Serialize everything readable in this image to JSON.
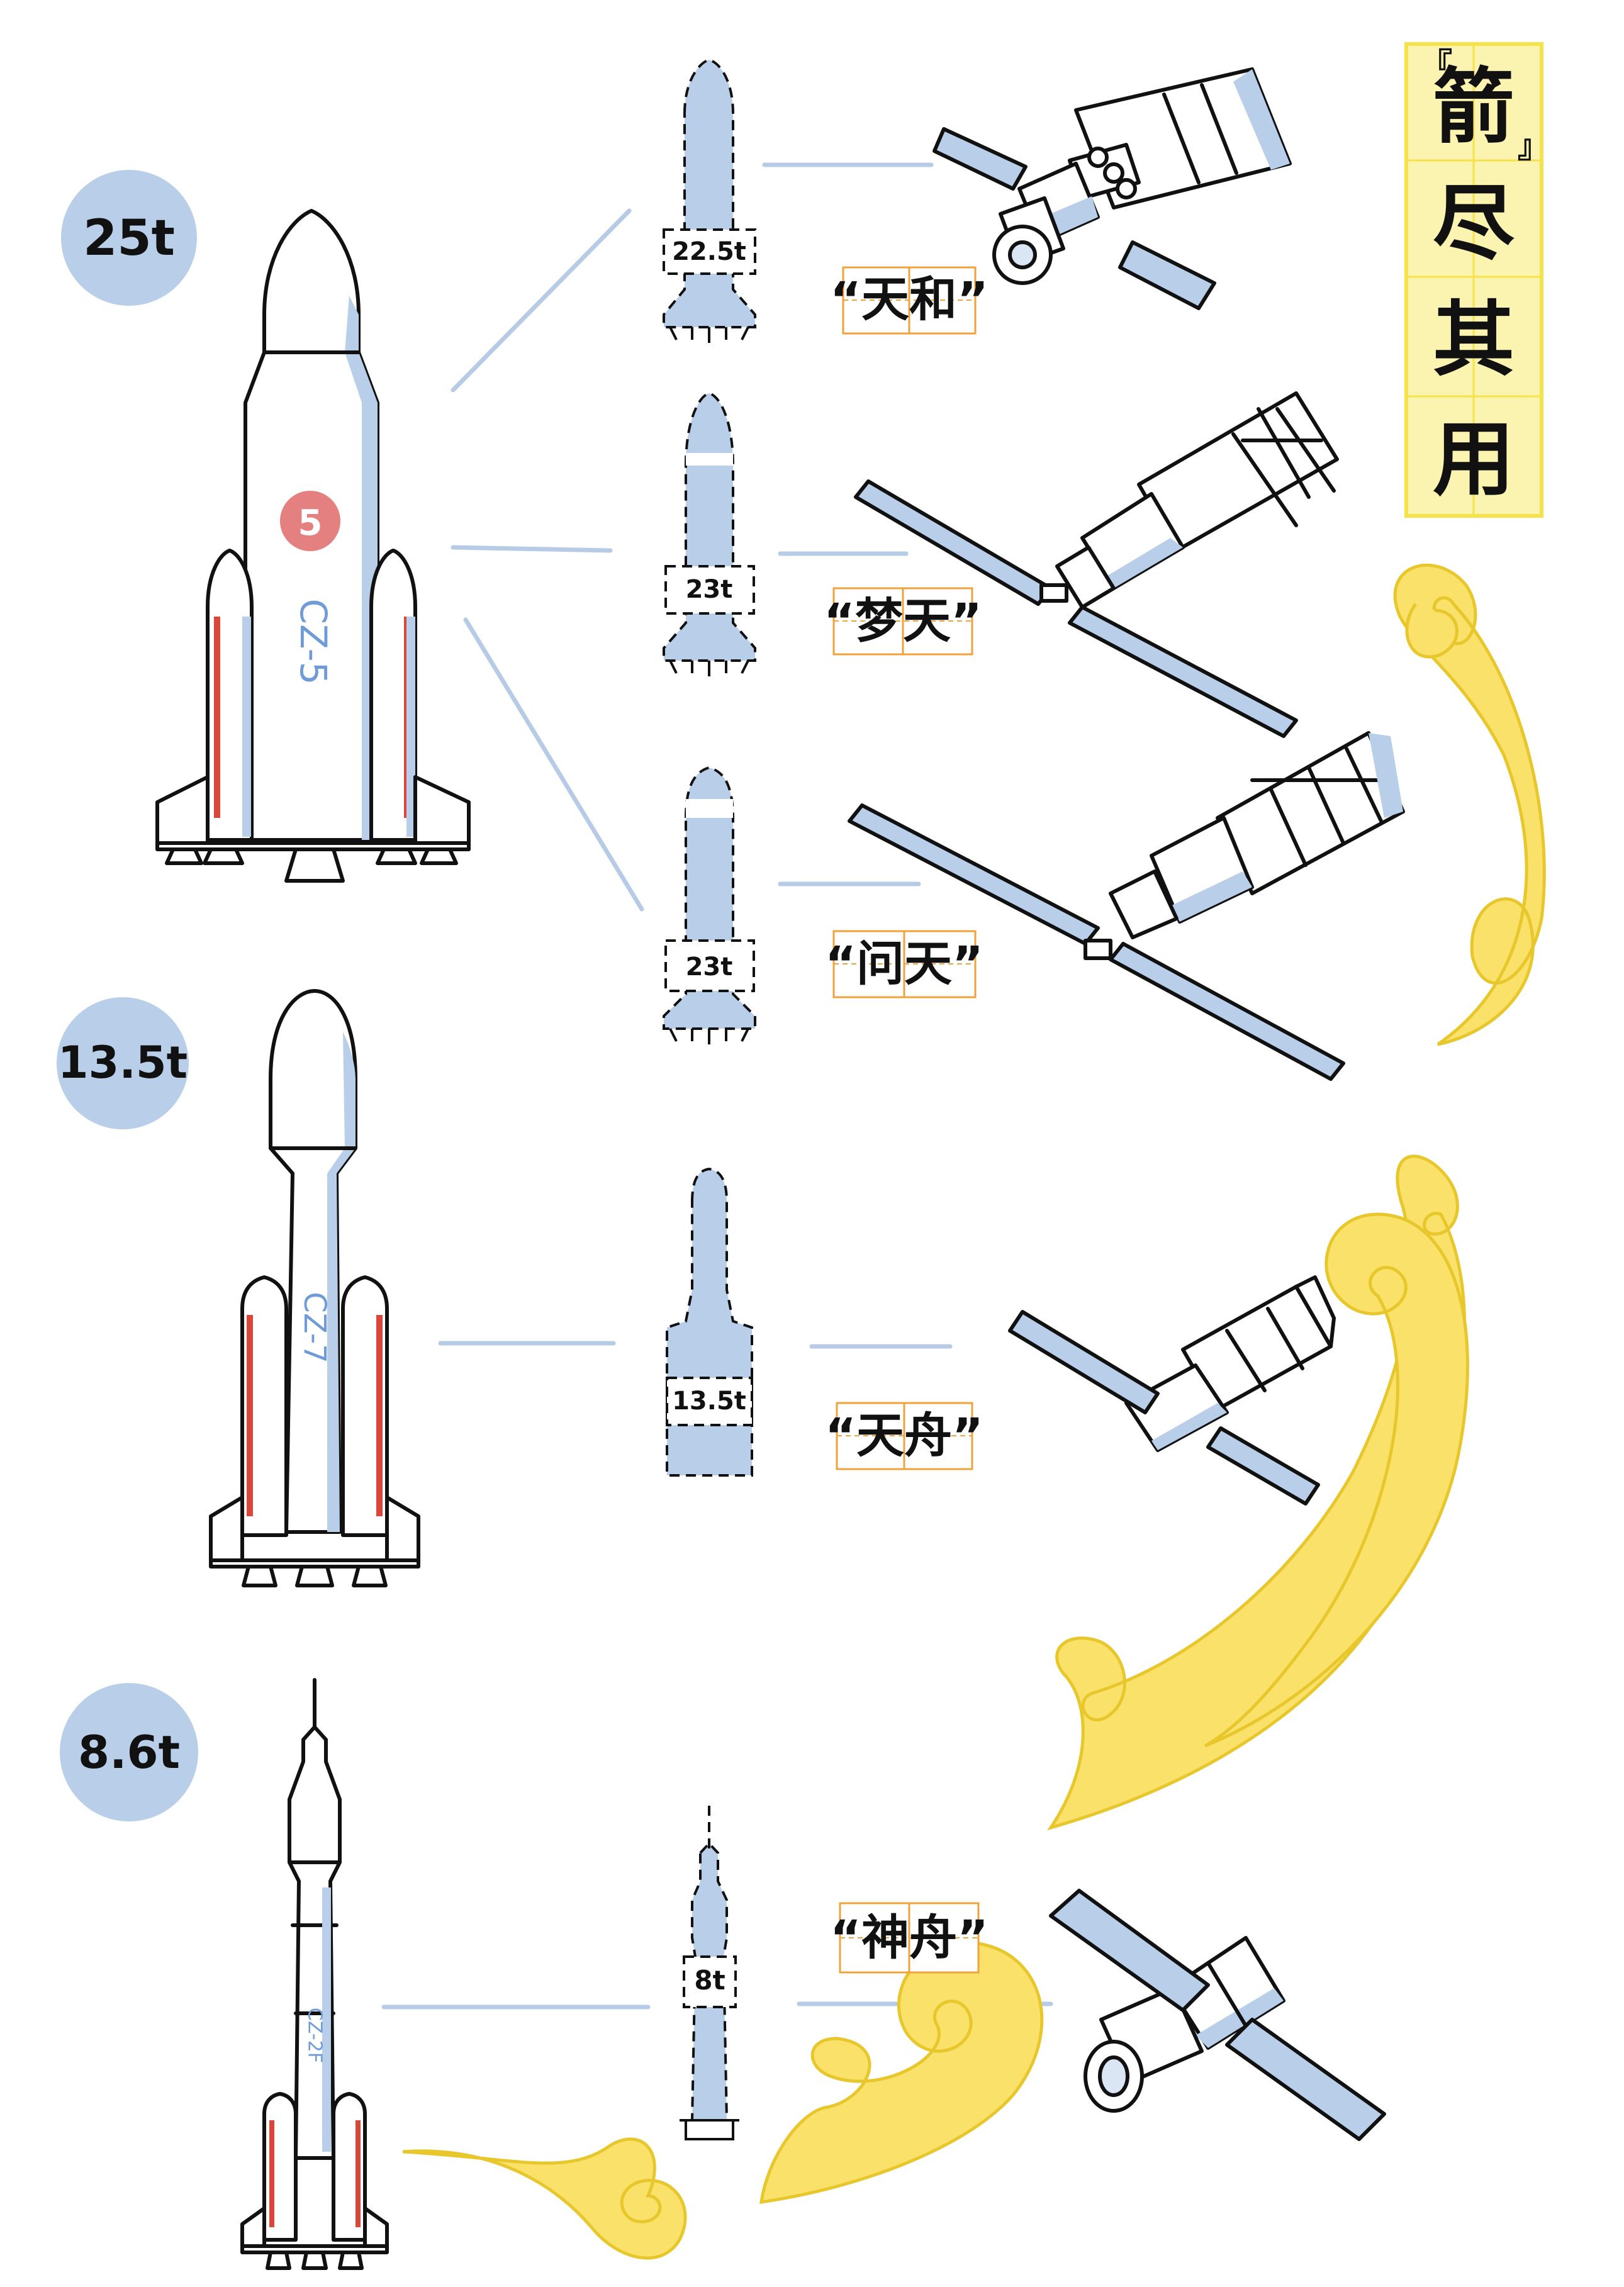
{
  "title": {
    "chars": [
      "箭",
      "尽",
      "其",
      "用"
    ],
    "open_bracket": "『",
    "close_bracket": "』"
  },
  "rockets": [
    {
      "payload": "25t",
      "model": "CZ-5"
    },
    {
      "payload": "13.5t",
      "model": "CZ-7"
    },
    {
      "payload": "8.6t",
      "model": "CZ-2F"
    }
  ],
  "spacecraft": [
    {
      "mass": "22.5t",
      "name": "“天和”"
    },
    {
      "mass": "23t",
      "name": "“梦天”"
    },
    {
      "mass": "23t",
      "name": "“问天”"
    },
    {
      "mass": "13.5t",
      "name": "“天舟”"
    },
    {
      "mass": "8t",
      "name": "“神舟”"
    }
  ],
  "colors": {
    "rocket_blue": "#b9cfe9",
    "badge_blue": "#b9cfe9",
    "cloud_yellow": "#f9e16a",
    "stripe_red": "#d9473a",
    "grid_orange": "#f0a23b",
    "title_yellow": "#f6e24a"
  }
}
